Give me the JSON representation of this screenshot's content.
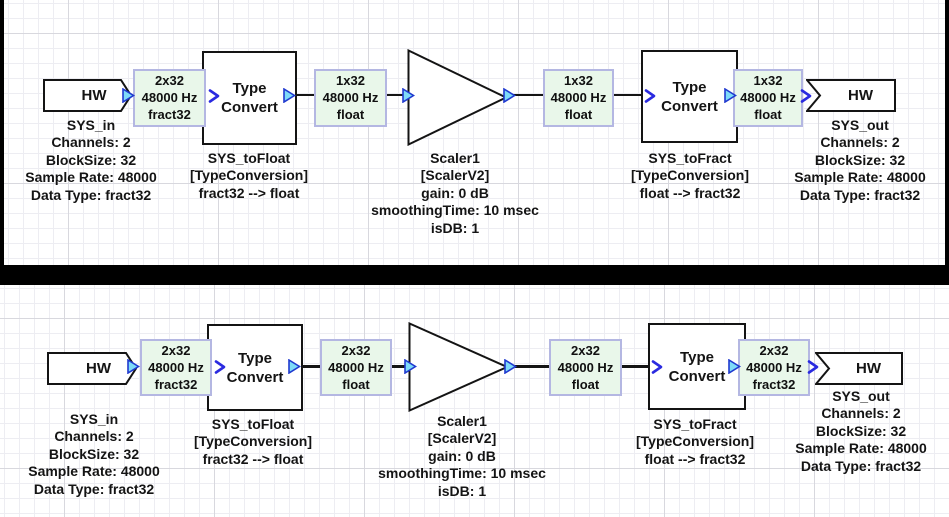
{
  "colors": {
    "background": "#000000",
    "canvas": "#ffffff",
    "grid_minor": "#ededf2",
    "grid_major": "#d8d8de",
    "block_border": "#141414",
    "wire_label_bg": "#e9f7ea",
    "wire_label_border": "#b4b7e2",
    "output_pin_fill": "#7edbf8",
    "output_pin_stroke": "#1f39cf",
    "input_pin_stroke": "#2a2ae0"
  },
  "diagrams": {
    "top": {
      "hw_in": {
        "label": "HW",
        "caption": [
          "SYS_in",
          "Channels: 2",
          "BlockSize: 32",
          "Sample Rate: 48000",
          "Data Type: fract32"
        ]
      },
      "wire_labels": [
        [
          "2x32",
          "48000 Hz",
          "fract32"
        ],
        [
          "1x32",
          "48000 Hz",
          "float"
        ],
        [
          "1x32",
          "48000 Hz",
          "float"
        ],
        [
          "1x32",
          "48000 Hz",
          "float"
        ]
      ],
      "tc1": {
        "label_lines": [
          "Type",
          "Convert"
        ],
        "caption": [
          "SYS_toFloat",
          "[TypeConversion]",
          "fract32 --> float"
        ]
      },
      "scaler": {
        "caption": [
          "Scaler1",
          "[ScalerV2]",
          "gain: 0 dB",
          "smoothingTime: 10 msec",
          "isDB: 1"
        ]
      },
      "tc2": {
        "label_lines": [
          "Type",
          "Convert"
        ],
        "caption": [
          "SYS_toFract",
          "[TypeConversion]",
          "float --> fract32"
        ]
      },
      "hw_out": {
        "label": "HW",
        "caption": [
          "SYS_out",
          "Channels: 2",
          "BlockSize: 32",
          "Sample Rate: 48000",
          "Data Type: fract32"
        ]
      }
    },
    "bottom": {
      "hw_in": {
        "label": "HW",
        "caption": [
          "SYS_in",
          "Channels: 2",
          "BlockSize: 32",
          "Sample Rate: 48000",
          "Data Type: fract32"
        ]
      },
      "wire_labels": [
        [
          "2x32",
          "48000 Hz",
          "fract32"
        ],
        [
          "2x32",
          "48000 Hz",
          "float"
        ],
        [
          "2x32",
          "48000 Hz",
          "float"
        ],
        [
          "2x32",
          "48000 Hz",
          "fract32"
        ]
      ],
      "tc1": {
        "label_lines": [
          "Type",
          "Convert"
        ],
        "caption": [
          "SYS_toFloat",
          "[TypeConversion]",
          "fract32 --> float"
        ]
      },
      "scaler": {
        "caption": [
          "Scaler1",
          "[ScalerV2]",
          "gain: 0 dB",
          "smoothingTime: 10 msec",
          "isDB: 1"
        ]
      },
      "tc2": {
        "label_lines": [
          "Type",
          "Convert"
        ],
        "caption": [
          "SYS_toFract",
          "[TypeConversion]",
          "float --> fract32"
        ]
      },
      "hw_out": {
        "label": "HW",
        "caption": [
          "SYS_out",
          "Channels: 2",
          "BlockSize: 32",
          "Sample Rate: 48000",
          "Data Type: fract32"
        ]
      }
    }
  }
}
